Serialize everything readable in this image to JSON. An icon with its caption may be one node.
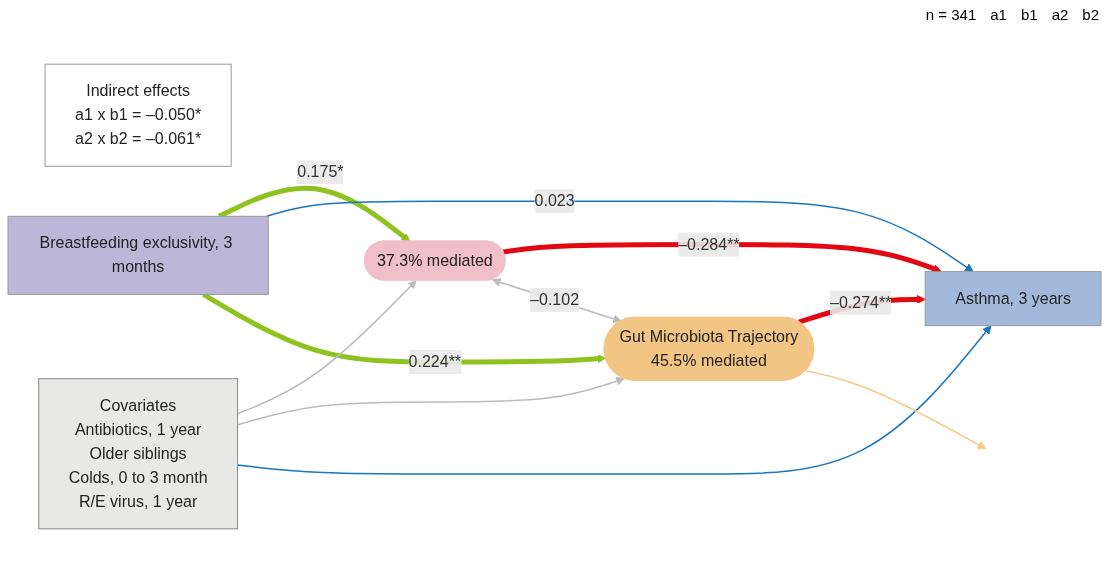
{
  "diagram": {
    "nodes": [
      {
        "text": [
          "Indirect effects",
          "a1 x b1 = –0.050*",
          "a2 x b2 = –0.061*"
        ]
      },
      {
        "text": [
          "37.3% mediated"
        ]
      },
      {
        "text": [
          "Breastfeeding exclusivity, 3 months"
        ]
      },
      {
        "text": [
          "Asthma, 3 years"
        ]
      },
      {
        "text": [
          "Gut Microbiota Trajectory",
          "45.5% mediated"
        ]
      },
      {
        "text": [
          "Covariates",
          "Antibiotics, 1 year",
          "Older siblings",
          "Colds, 0 to 3 month",
          "R/E virus, 1 year"
        ]
      }
    ],
    "edges": [
      {
        "from": 2,
        "to": 1,
        "arrow": "to",
        "label": "0.175*",
        "style": "thick",
        "color": "#8dc21f"
      },
      {
        "from": 1,
        "to": 3,
        "arrow": "to",
        "label": "–0.284**",
        "style": "thick",
        "color": "#e30613"
      },
      {
        "from": 2,
        "to": 3,
        "arrow": "to",
        "label": "0.023",
        "color": "#1b75bc"
      },
      {
        "from": 2,
        "to": 4,
        "arrow": "to",
        "label": "0.224**",
        "style": "thick",
        "color": "#8dc21f"
      },
      {
        "from": 4,
        "to": 3,
        "arrow": "to",
        "label": "–0.274**",
        "style": "thick",
        "color": "#e30613"
      },
      {
        "from": 1,
        "to": 4,
        "arrow": "both",
        "label": "–0.102",
        "color": "#bbbbbb"
      },
      {
        "from": 5,
        "to": 1,
        "arrow": "to",
        "color": "#bbbbbb"
      },
      {
        "from": 5,
        "to": 4,
        "arrow": "to",
        "color": "#bbbbbb"
      },
      {
        "from": 5,
        "to": 3,
        "arrow": "to",
        "color": "#1b75bc"
      },
      {
        "from": 4,
        "to": null,
        "arrow": "to",
        "color": "#f5c98a"
      }
    ],
    "labels": [
      "n = 341",
      "a1",
      "b1",
      "a2",
      "b2"
    ]
  }
}
